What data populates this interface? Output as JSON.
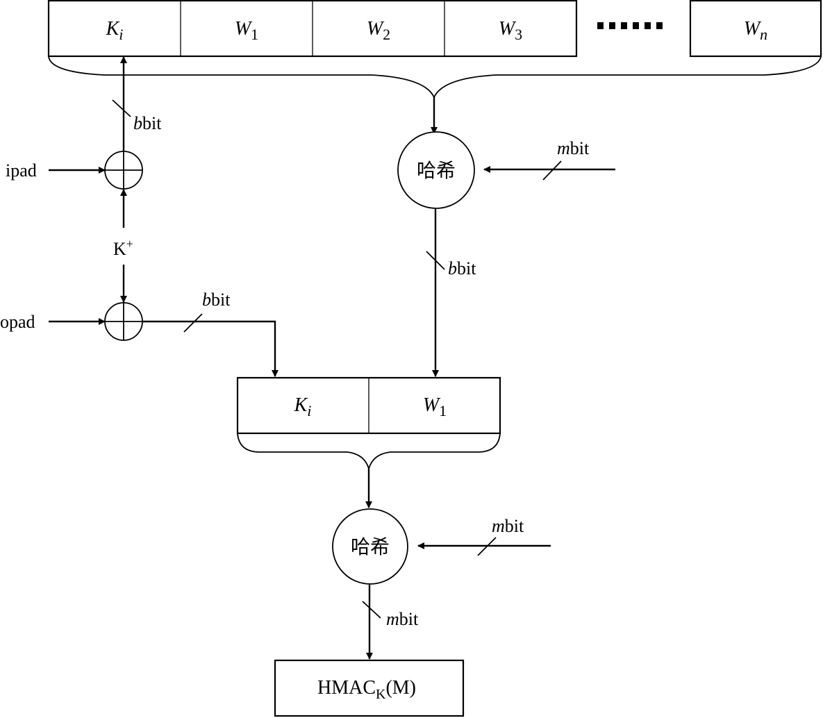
{
  "top_register": {
    "cells": [
      {
        "base": "K",
        "sub": "i",
        "sub_italic": true
      },
      {
        "base": "W",
        "sub": "1",
        "sub_italic": false
      },
      {
        "base": "W",
        "sub": "2",
        "sub_italic": false
      },
      {
        "base": "W",
        "sub": "3",
        "sub_italic": false
      },
      {
        "base": "W",
        "sub": "n",
        "sub_italic": true
      }
    ],
    "ellipsis": "■■■■■■"
  },
  "inputs": {
    "ipad": "ipad",
    "opad": "opad",
    "key_plus": {
      "base": "K",
      "sup": "+"
    }
  },
  "hash_nodes": [
    {
      "label": "哈希"
    },
    {
      "label": "哈希"
    }
  ],
  "bus_labels": {
    "ipad_out": {
      "var": "b",
      "unit": "bit"
    },
    "hash1_in": {
      "var": "m",
      "unit": "bit"
    },
    "hash1_out": {
      "var": "b",
      "unit": "bit"
    },
    "opad_out": {
      "var": "b",
      "unit": "bit"
    },
    "hash2_in": {
      "var": "m",
      "unit": "bit"
    },
    "hash2_out": {
      "var": "m",
      "unit": "bit"
    }
  },
  "mid_register": {
    "cells": [
      {
        "base": "K",
        "sub": "i",
        "sub_italic": true
      },
      {
        "base": "W",
        "sub": "1",
        "sub_italic": false
      }
    ]
  },
  "output": {
    "base": "HMAC",
    "sub": "K",
    "suffix": "(M)"
  },
  "operators": {
    "xor_symbol": "⊕"
  }
}
